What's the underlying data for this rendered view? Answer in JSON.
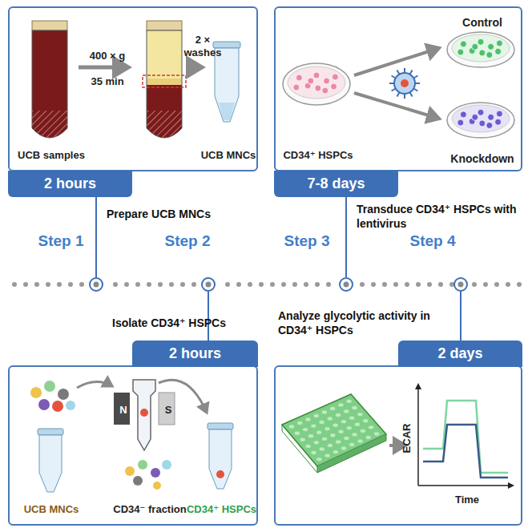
{
  "diagram": {
    "nodes": [
      {
        "text": [
          "UCB samples",
          "400 × g",
          "35 min",
          "2 × washes",
          "UCB MNCs"
        ]
      },
      {
        "text": [
          "2 hours"
        ]
      },
      {
        "text": [
          "CD34⁺ HSPCs",
          "Control",
          "Knockdown"
        ]
      },
      {
        "text": [
          "7-8 days"
        ]
      },
      {
        "text": [
          "2 hours"
        ]
      },
      {
        "text": [
          "2 days"
        ]
      },
      {
        "text": [
          "UCB MNCs",
          "N",
          "S",
          "CD34⁻ fraction",
          "CD34⁺ HSPCs"
        ]
      },
      {
        "text": [
          "ECAR",
          "Time"
        ]
      }
    ],
    "labels": [
      "Prepare UCB MNCs",
      "Transduce CD34⁺ HSPCs with lentivirus",
      "Step 1",
      "Step 2",
      "Step 3",
      "Step 4",
      "Isolate CD34⁺ HSPCs",
      "Analyze glycolytic activity in CD34⁺ HSPCs"
    ]
  }
}
